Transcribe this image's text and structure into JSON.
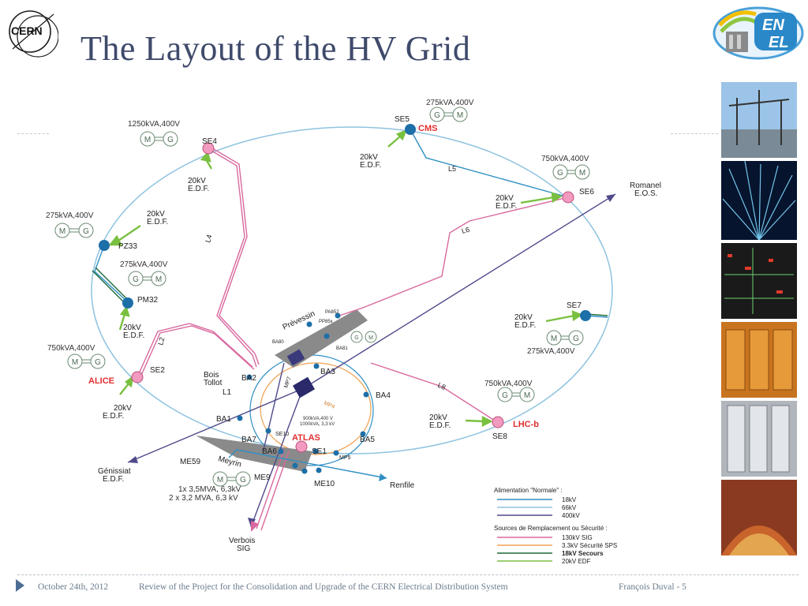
{
  "slide": {
    "title": "The Layout of the HV Grid",
    "cern_logo_text": "CERN",
    "enel_logo_top": "EN",
    "enel_logo_bottom": "EL"
  },
  "colors": {
    "ring": "#8fc3e0",
    "kv18": "#2f8fc4",
    "kv400": "#4e4a8a",
    "sig130": "#d9689e",
    "sps": "#f0a050",
    "secours": "#1d6b3a",
    "edf": "#7ac040",
    "substation_pink": "#f29ac0",
    "substation_blue": "#1d6fa8",
    "experiment_red": "#e03030"
  },
  "diagram": {
    "nodes": {
      "se4": "SE4",
      "se5": "SE5",
      "se6": "SE6",
      "se7": "SE7",
      "se8": "SE8",
      "se2": "SE2",
      "pz33": "PZ33",
      "pm32": "PM32",
      "se1": "SE1",
      "se10": "SE10",
      "ba1": "BA1",
      "ba2": "BA2",
      "ba3": "BA3",
      "ba4": "BA4",
      "ba5": "BA5",
      "ba6": "BA6",
      "ba7": "BA7",
      "ba80": "BA80",
      "ba81": "BA81",
      "pa852": "PA852",
      "pp85x": "PP85x",
      "me9": "ME9",
      "me10": "ME10",
      "me59": "ME59",
      "mp5": "MP5",
      "mp7": "MP7",
      "mp4": "MP4",
      "l1": "L1",
      "l2": "L2",
      "l4": "L4",
      "l5": "L5",
      "l6": "L6",
      "l8": "L8"
    },
    "experiments": {
      "cms": "CMS",
      "alice": "ALICE",
      "atlas": "ATLAS",
      "lhcb": "LHC-b"
    },
    "places": {
      "prevessin": "Prévessin",
      "meyrin": "Meyrin",
      "bois_tollot_1": "Bois",
      "bois_tollot_2": "Tollot",
      "romanel_1": "Romanel",
      "romanel_2": "E.O.S.",
      "genissiat_1": "Génissiat",
      "genissiat_2": "E.D.F.",
      "renfile": "Renfile",
      "verbois_1": "Verbois",
      "verbois_2": "SIG"
    },
    "feeds": {
      "kv20": "20kV",
      "edf": "E.D.F."
    },
    "generators": {
      "m": "M",
      "g": "G",
      "se5_rating": "275kVA,400V",
      "se4_rating": "1250kVA,400V",
      "se6_rating": "750kVA,400V",
      "pz33_rating": "275kVA,400V",
      "pm32_rating": "275kVA,400V",
      "se2_rating": "750kVA,400V",
      "se7_rating": "275kVA,400V",
      "se8_rating": "750kVA,400V",
      "atlas_line1": "900kVA,400 V",
      "atlas_line2": "1000kVA, 3,3 kV",
      "me9_line1": "1x 3,5MVA, 6,3kV",
      "me9_line2": "2 x 3,2 MVA, 6,3 kV"
    },
    "legend": {
      "normal_title": "Alimentation \"Normale\" :",
      "kv18": "18kV",
      "kv66": "66kV",
      "kv400": "400kV",
      "backup_title": "Sources de Remplacement ou Sécurité :",
      "sig130": "130kV SIG",
      "sps": "3.3kV Sécurité SPS",
      "secours": "18kV Secours",
      "edf20": "20kV EDF"
    }
  },
  "footer": {
    "date": "October 24th, 2012",
    "project": "Review of the Project for the Consolidation and Upgrade of the  CERN Electrical Distribution System",
    "author": "François Duval - 5"
  }
}
